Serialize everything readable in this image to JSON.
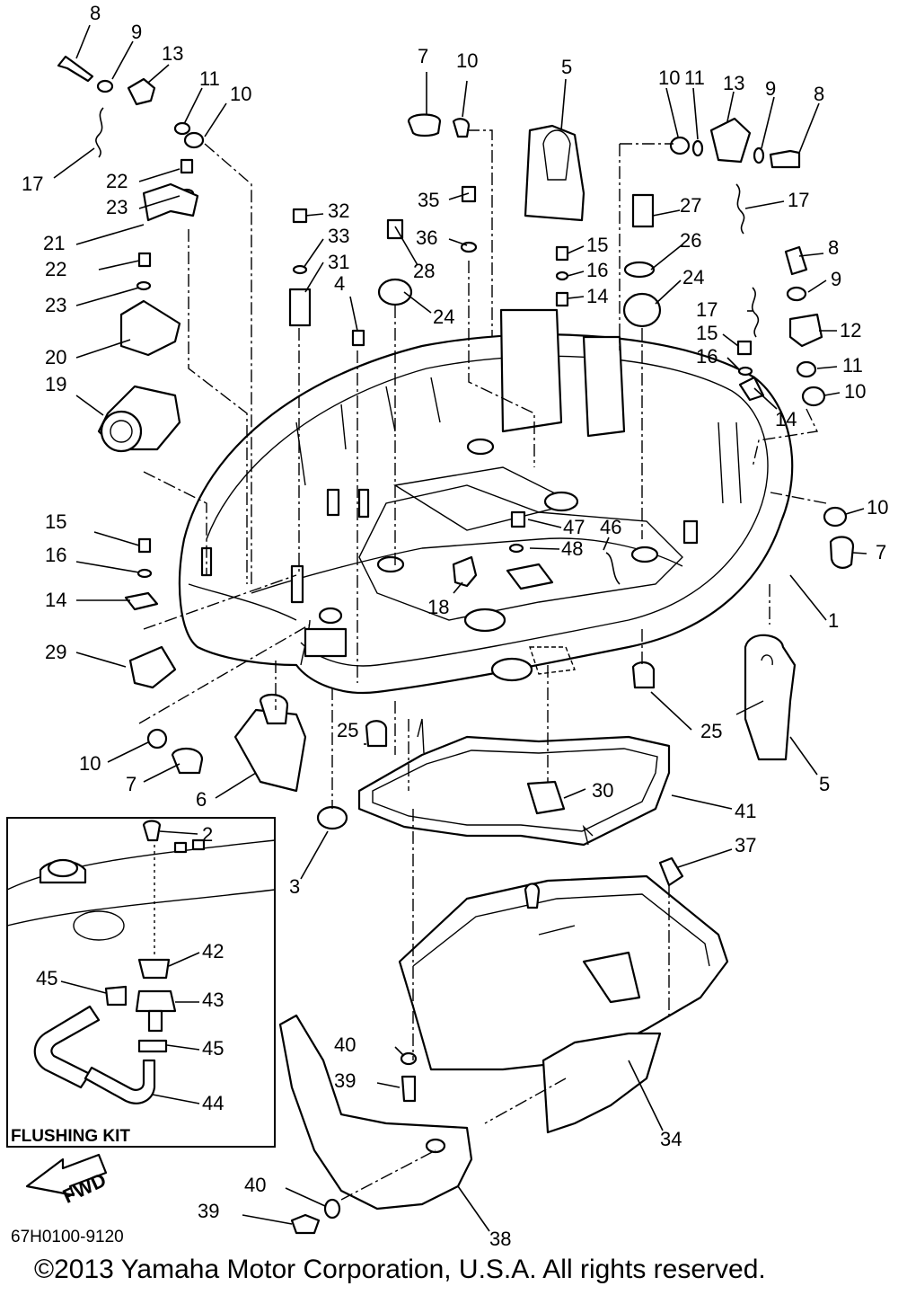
{
  "diagram": {
    "part_code": "67H0100-9120",
    "copyright": "©2013 Yamaha Motor Corporation, U.S.A. All rights reserved.",
    "inset_label": "FLUSHING KIT",
    "direction_label": "FWD",
    "callouts": [
      {
        "id": "c8a",
        "text": "8"
      },
      {
        "id": "c9a",
        "text": "9"
      },
      {
        "id": "c13a",
        "text": "13"
      },
      {
        "id": "c11a",
        "text": "11"
      },
      {
        "id": "c10a",
        "text": "10"
      },
      {
        "id": "c17a",
        "text": "17"
      },
      {
        "id": "c22a",
        "text": "22"
      },
      {
        "id": "c23a",
        "text": "23"
      },
      {
        "id": "c21",
        "text": "21"
      },
      {
        "id": "c22b",
        "text": "22"
      },
      {
        "id": "c23b",
        "text": "23"
      },
      {
        "id": "c20",
        "text": "20"
      },
      {
        "id": "c19",
        "text": "19"
      },
      {
        "id": "c15a",
        "text": "15"
      },
      {
        "id": "c16a",
        "text": "16"
      },
      {
        "id": "c14a",
        "text": "14"
      },
      {
        "id": "c29",
        "text": "29"
      },
      {
        "id": "c10b",
        "text": "10"
      },
      {
        "id": "c7a",
        "text": "7"
      },
      {
        "id": "c6",
        "text": "6"
      },
      {
        "id": "c7b",
        "text": "7"
      },
      {
        "id": "c10c",
        "text": "10"
      },
      {
        "id": "c5a",
        "text": "5"
      },
      {
        "id": "c35",
        "text": "35"
      },
      {
        "id": "c36",
        "text": "36"
      },
      {
        "id": "c28",
        "text": "28"
      },
      {
        "id": "c24a",
        "text": "24"
      },
      {
        "id": "c32",
        "text": "32"
      },
      {
        "id": "c33",
        "text": "33"
      },
      {
        "id": "c31",
        "text": "31"
      },
      {
        "id": "c4",
        "text": "4"
      },
      {
        "id": "c10d",
        "text": "10"
      },
      {
        "id": "c11b",
        "text": "11"
      },
      {
        "id": "c13b",
        "text": "13"
      },
      {
        "id": "c9b",
        "text": "9"
      },
      {
        "id": "c8b",
        "text": "8"
      },
      {
        "id": "c17b",
        "text": "17"
      },
      {
        "id": "c27",
        "text": "27"
      },
      {
        "id": "c15b",
        "text": "15"
      },
      {
        "id": "c26",
        "text": "26"
      },
      {
        "id": "c16b",
        "text": "16"
      },
      {
        "id": "c14b",
        "text": "14"
      },
      {
        "id": "c24b",
        "text": "24"
      },
      {
        "id": "c8c",
        "text": "8"
      },
      {
        "id": "c9c",
        "text": "9"
      },
      {
        "id": "c17c",
        "text": "17"
      },
      {
        "id": "c12",
        "text": "12"
      },
      {
        "id": "c15c",
        "text": "15"
      },
      {
        "id": "c11c",
        "text": "11"
      },
      {
        "id": "c16c",
        "text": "16"
      },
      {
        "id": "c10e",
        "text": "10"
      },
      {
        "id": "c14c",
        "text": "14"
      },
      {
        "id": "c10f",
        "text": "10"
      },
      {
        "id": "c7c",
        "text": "7"
      },
      {
        "id": "c1",
        "text": "1"
      },
      {
        "id": "c47",
        "text": "47"
      },
      {
        "id": "c46",
        "text": "46"
      },
      {
        "id": "c48",
        "text": "48"
      },
      {
        "id": "c18",
        "text": "18"
      },
      {
        "id": "c25a",
        "text": "25"
      },
      {
        "id": "c25b",
        "text": "25"
      },
      {
        "id": "c5b",
        "text": "5"
      },
      {
        "id": "c30",
        "text": "30"
      },
      {
        "id": "c41",
        "text": "41"
      },
      {
        "id": "c3",
        "text": "3"
      },
      {
        "id": "c37",
        "text": "37"
      },
      {
        "id": "c2",
        "text": "2"
      },
      {
        "id": "c42",
        "text": "42"
      },
      {
        "id": "c45a",
        "text": "45"
      },
      {
        "id": "c43",
        "text": "43"
      },
      {
        "id": "c45b",
        "text": "45"
      },
      {
        "id": "c44",
        "text": "44"
      },
      {
        "id": "c40a",
        "text": "40"
      },
      {
        "id": "c39a",
        "text": "39"
      },
      {
        "id": "c34",
        "text": "34"
      },
      {
        "id": "c40b",
        "text": "40"
      },
      {
        "id": "c39b",
        "text": "39"
      },
      {
        "id": "c38",
        "text": "38"
      }
    ]
  }
}
